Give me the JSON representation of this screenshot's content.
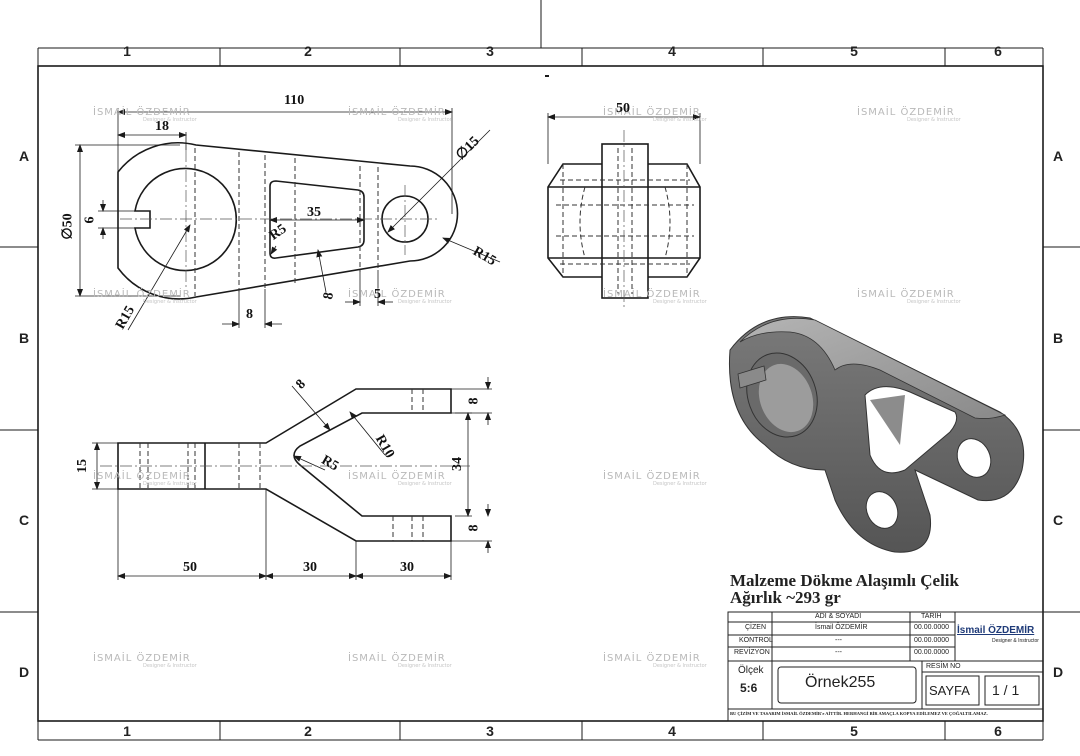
{
  "border": {
    "columns": [
      "1",
      "2",
      "3",
      "4",
      "5",
      "6"
    ],
    "rows": [
      "A",
      "B",
      "C",
      "D"
    ]
  },
  "watermark": {
    "text": "İSMAİL ÖZDEMİR",
    "subtitle": "Designer & Instructor"
  },
  "dimensions": {
    "top_view": [
      "110",
      "18",
      "∅15",
      "∅50",
      "6",
      "35",
      "R5",
      "R15",
      "R15",
      "8",
      "8",
      "5"
    ],
    "right_view": [
      "50"
    ],
    "front_view": [
      "8",
      "R10",
      "R5",
      "8",
      "34",
      "8",
      "15",
      "50",
      "30",
      "30"
    ]
  },
  "notes": {
    "material": "Malzeme Dökme Alaşımlı Çelik",
    "weight": "Ağırlık ~293 gr"
  },
  "title_block": {
    "header_name": "ADI & SOYADI",
    "header_date": "TARİH",
    "rows": [
      {
        "role": "ÇİZEN",
        "name": "İsmail ÖZDEMİR",
        "date": "00.00.0000"
      },
      {
        "role": "KONTROL",
        "name": "---",
        "date": "00.00.0000"
      },
      {
        "role": "REVİZYON",
        "name": "---",
        "date": "00.00.0000"
      }
    ],
    "logo_name": "İsmail ÖZDEMİR",
    "logo_sub": "Designer & Instructor",
    "scale_label": "Ölçek",
    "scale_value": "5:6",
    "drawing_name": "Örnek255",
    "drawing_no_label": "RESİM NO",
    "sheet_label": "SAYFA",
    "sheet_value": "1 / 1",
    "footer": "BU ÇİZİM VE TASARIM İSMAİL ÖZDEMİR'e AİTTİR. HERHANGİ BİR AMAÇLA KOPYA EDİLEMEZ VE ÇOĞALTILAMAZ."
  },
  "colors": {
    "line": "#1a1a1a",
    "hidden": "#333333",
    "center": "#555555",
    "watermark": "#b9b9b9",
    "part_top": "#9a9a9a",
    "part_side": "#6e6e6e",
    "part_dark": "#4a4a4a"
  }
}
